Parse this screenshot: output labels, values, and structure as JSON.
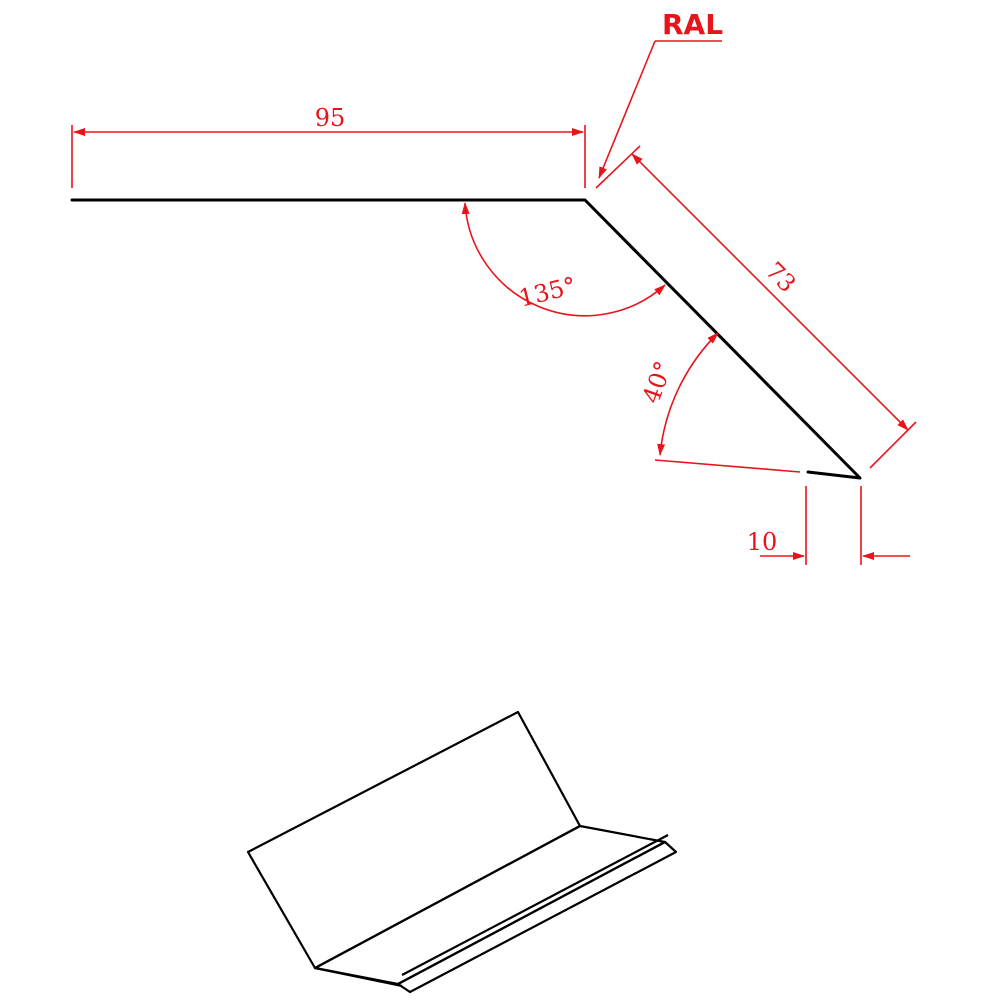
{
  "drawing": {
    "material_label": "RAL",
    "dimensions": {
      "flange_length": "95",
      "slope_length": "73",
      "drip_length": "10",
      "bend_angle": "135°",
      "drip_angle": "40°"
    }
  },
  "colors": {
    "dimension": "#e8141b",
    "part": "#000000",
    "background": "#ffffff"
  }
}
